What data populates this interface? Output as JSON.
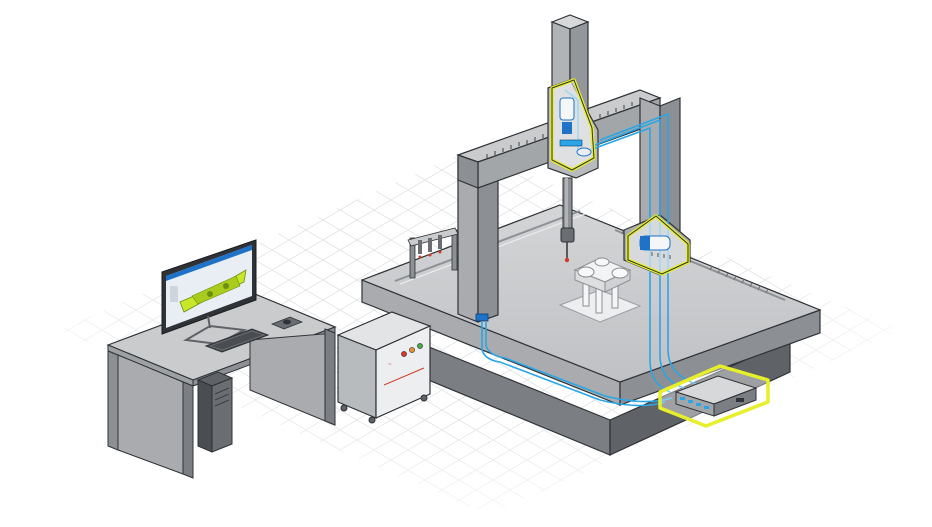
{
  "scene": {
    "colors": {
      "background": "#ffffff",
      "grid_line": "#d9dce0",
      "metal_light": "#c9cbcd",
      "metal_mid": "#a9abae",
      "metal_dark": "#7b7e82",
      "metal_shadow": "#5f6266",
      "outline": "#2f3236",
      "cable": "#2aa6e6",
      "highlight": "#e6ef2a",
      "accent_blue": "#1e73c8",
      "screen_part": "#c9e62a",
      "screen_bg": "#e9eef5",
      "button_red": "#d23a2a",
      "button_orange": "#e8902a",
      "button_green": "#49a843"
    },
    "icons": [
      "cmm-machine",
      "granite-table",
      "gantry-bridge",
      "z-column-quill",
      "touch-probe",
      "probe-rack",
      "workpiece-part",
      "drive-motor",
      "controller-box",
      "controller-cabinet",
      "computer-desk",
      "pc-tower",
      "monitor",
      "keyboard",
      "mouse"
    ],
    "highlighted_components": 3
  }
}
